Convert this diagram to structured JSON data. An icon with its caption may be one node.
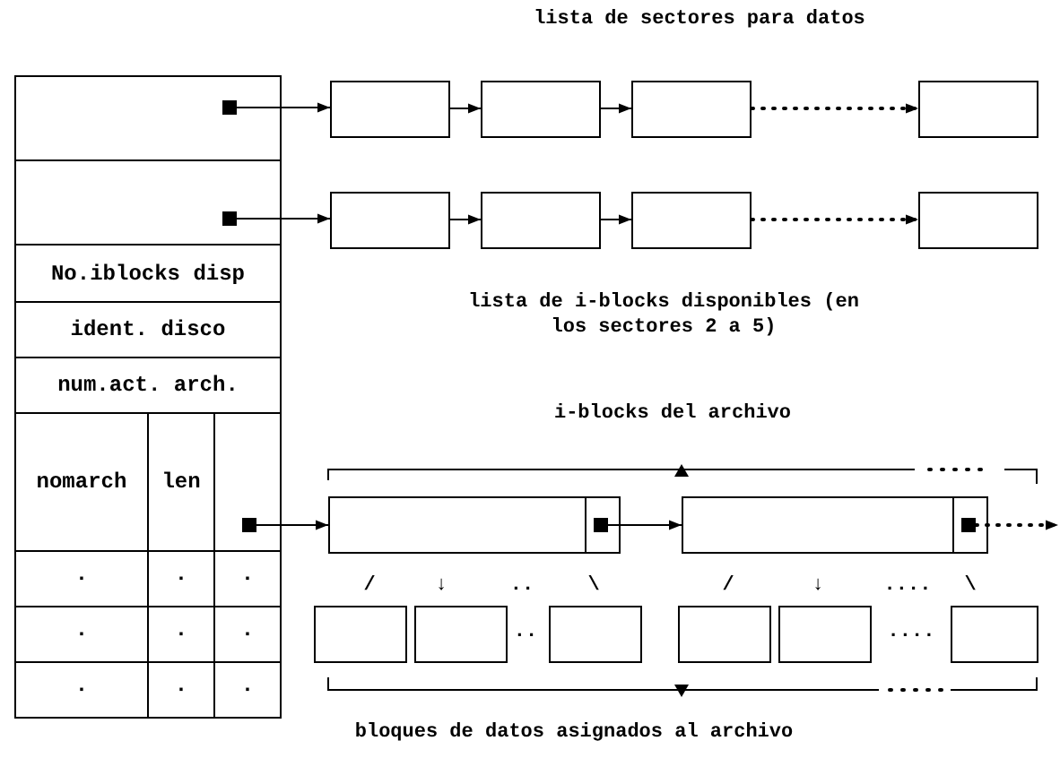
{
  "diagram": {
    "nodes": [
      {
        "text": [],
        "shape": "box"
      },
      {
        "text": [],
        "shape": "box"
      },
      {
        "text": [
          "No.iblocks disp"
        ]
      },
      {
        "text": [
          "ident. disco"
        ]
      },
      {
        "text": [
          "num.act. arch."
        ]
      },
      {
        "text": [
          "nomarch"
        ]
      },
      {
        "text": [
          "len"
        ]
      },
      {
        "text": [],
        "shape": "box"
      },
      {
        "text": [],
        "shape": "box"
      },
      {
        "text": [],
        "shape": "box"
      },
      {
        "text": [],
        "shape": "box"
      },
      {
        "text": [],
        "shape": "box"
      },
      {
        "text": [],
        "shape": "box"
      },
      {
        "text": [],
        "shape": "box"
      },
      {
        "text": [],
        "shape": "box"
      },
      {
        "text": [],
        "shape": "box"
      },
      {
        "text": [],
        "shape": "box"
      },
      {
        "text": [],
        "shape": "box",
        "in": 16
      },
      {
        "text": [],
        "shape": "box"
      },
      {
        "text": [],
        "shape": "box",
        "in": 18
      },
      {
        "text": [],
        "shape": "box"
      },
      {
        "text": [],
        "shape": "box"
      },
      {
        "text": [],
        "shape": "box"
      },
      {
        "text": [],
        "shape": "box"
      },
      {
        "text": [],
        "shape": "box"
      },
      {
        "text": [],
        "shape": "box"
      }
    ],
    "edges": [
      {
        "from": 0,
        "to": 8,
        "arrow": "to"
      },
      {
        "from": 8,
        "to": 9,
        "arrow": "to"
      },
      {
        "from": 9,
        "to": 10,
        "arrow": "to"
      },
      {
        "from": 10,
        "to": 11,
        "arrow": "to",
        "style": "dashed"
      },
      {
        "from": 1,
        "to": 12,
        "arrow": "to"
      },
      {
        "from": 12,
        "to": 13,
        "arrow": "to"
      },
      {
        "from": 13,
        "to": 14,
        "arrow": "to"
      },
      {
        "from": 14,
        "to": 15,
        "arrow": "to",
        "style": "dashed"
      },
      {
        "from": 7,
        "to": 16,
        "arrow": "to"
      },
      {
        "from": 17,
        "to": 18,
        "arrow": "to"
      },
      {
        "from": 19,
        "to": null,
        "arrow": "to",
        "style": "dashed"
      }
    ],
    "labels": [
      "lista de sectores para datos",
      "lista de i-blocks disponibles (en los sectores 2 a 5)",
      "i-blocks del archivo",
      "/",
      "↓",
      "..",
      "\\",
      "/",
      "↓",
      "....",
      "\\",
      "..",
      "....",
      "·",
      "·",
      "·",
      "·",
      "·",
      "·",
      "·",
      "·",
      "·",
      "bloques de datos asignados al archivo"
    ]
  }
}
